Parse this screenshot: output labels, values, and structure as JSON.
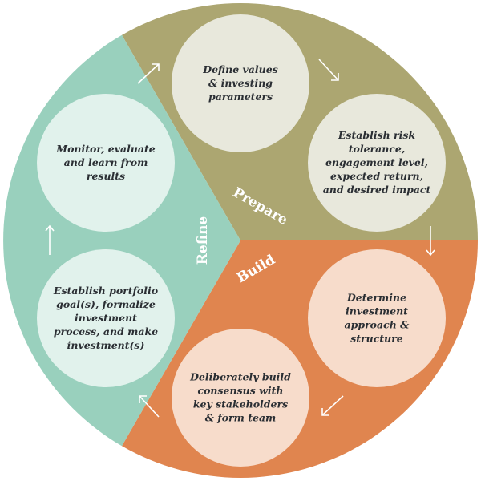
{
  "diagram": {
    "colors": {
      "prepare": "#ACA671",
      "build": "#E0854F",
      "refine": "#99D0BD",
      "prepare_node": "#E8E8DC",
      "build_node": "#F7DCCB",
      "refine_node": "#E1F2EC",
      "arrow": "#ffffff"
    },
    "phases": {
      "prepare": "Prepare",
      "build": "Build",
      "refine": "Refine"
    },
    "nodes": {
      "define_values": [
        "Define values",
        "& investing",
        "parameters"
      ],
      "risk_tolerance": [
        "Establish risk",
        "tolerance,",
        "engagement level,",
        "expected return,",
        "and desired impact"
      ],
      "investment_approach": [
        "Determine",
        "investment",
        "approach &",
        "structure"
      ],
      "build_consensus": [
        "Deliberately build",
        "consensus with",
        "key stakeholders",
        "& form team"
      ],
      "portfolio_goals": [
        "Establish portfolio",
        "goal(s), formalize",
        "investment",
        "process, and make",
        "investment(s)"
      ],
      "monitor": [
        "Monitor, evaluate",
        "and learn from",
        "results"
      ]
    }
  }
}
